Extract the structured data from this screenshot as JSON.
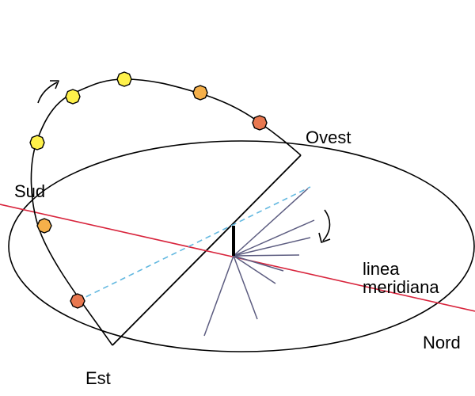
{
  "labels": {
    "sud": "Sud",
    "ovest": "Ovest",
    "est": "Est",
    "nord": "Nord",
    "meridian_line_1": "linea",
    "meridian_line_2": "meridiana"
  },
  "colors": {
    "outline": "#000000",
    "meridian": "#d8243c",
    "sun_ray": "#63b8e0",
    "shadow": "#5c5c80",
    "gnomon": "#000000",
    "sun_yellow": "#fef14a",
    "sun_orange": "#f5b04a",
    "sun_red": "#e87850"
  },
  "icons": {
    "sun_direction": "curved-arrow-icon",
    "shadow_direction": "curved-arrow-icon"
  }
}
